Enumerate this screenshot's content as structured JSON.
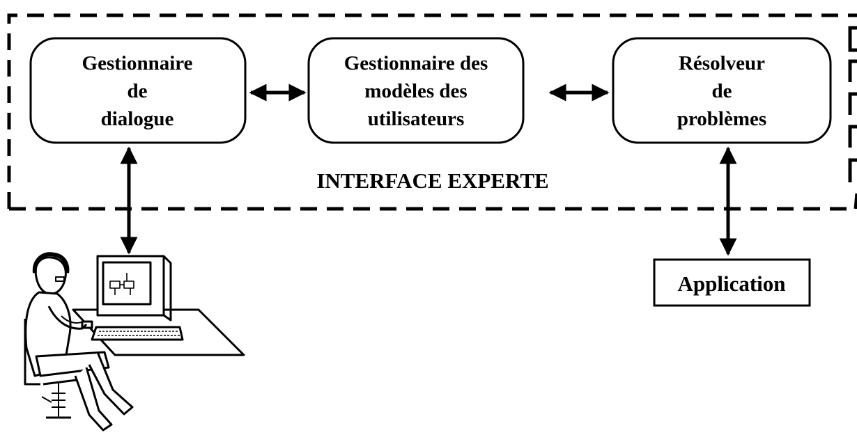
{
  "boxes": {
    "dialogue": {
      "lines": [
        "Gestionnaire",
        "de",
        "dialogue"
      ]
    },
    "user_models": {
      "lines": [
        "Gestionnaire des",
        "modèles des",
        "utilisateurs"
      ]
    },
    "solver": {
      "lines": [
        "Résolveur",
        "de",
        "problèmes"
      ]
    }
  },
  "region_label": "INTERFACE EXPERTE",
  "application": {
    "label": "Application"
  },
  "colors": {
    "stroke": "#000000",
    "fill": "#ffffff"
  },
  "illustration": {
    "subject": "person-seated-at-computer-workstation"
  }
}
